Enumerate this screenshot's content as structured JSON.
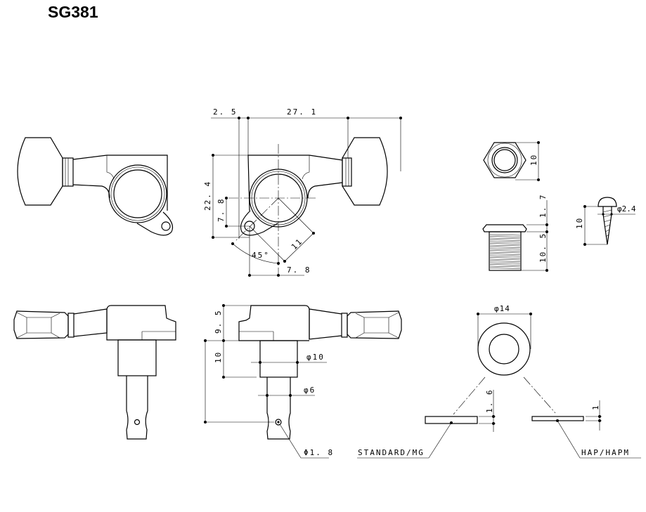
{
  "title": "SG381",
  "top_view": {
    "dim_offset": "2. 5",
    "dim_length": "27. 1",
    "dim_height": "22. 4",
    "dim_ear_height": "7. 8",
    "dim_angle": "45°",
    "dim_diagonal": "11",
    "dim_ear_width": "7. 8"
  },
  "side_view": {
    "dim_body_height": "9. 5",
    "dim_post_length": "10",
    "dim_post_diameter": "φ10",
    "dim_shaft_diameter": "φ6",
    "dim_hole_diameter": "Φ1. 8"
  },
  "nut": {
    "dim_width": "10"
  },
  "bushing": {
    "dim_flange": "1. 7",
    "dim_length": "10. 5"
  },
  "screw": {
    "dim_length": "10",
    "dim_diameter": "φ2.4"
  },
  "washer": {
    "dim_diameter": "φ14",
    "standard_thickness": "1. 6",
    "hap_thickness": "1",
    "standard_label": "STANDARD/MG",
    "hap_label": "HAP/HAPM"
  }
}
